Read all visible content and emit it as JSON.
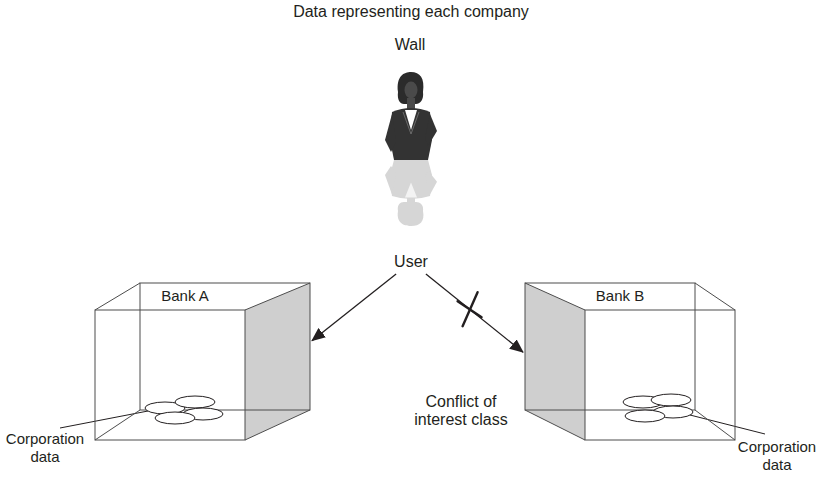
{
  "diagram": {
    "title": "Data representing each company",
    "nodes": [
      {
        "text": [
          "User"
        ]
      },
      {
        "text": [
          "Bank A"
        ]
      },
      {
        "text": [
          "Bank B"
        ]
      }
    ],
    "edges": [
      {
        "from": 0,
        "to": 1,
        "arrow": "to"
      },
      {
        "from": 0,
        "to": 2,
        "arrow": "to",
        "label": "Conflict of interest class"
      }
    ],
    "labels": [
      "Wall",
      "Corporation data",
      "Corporation data"
    ]
  }
}
